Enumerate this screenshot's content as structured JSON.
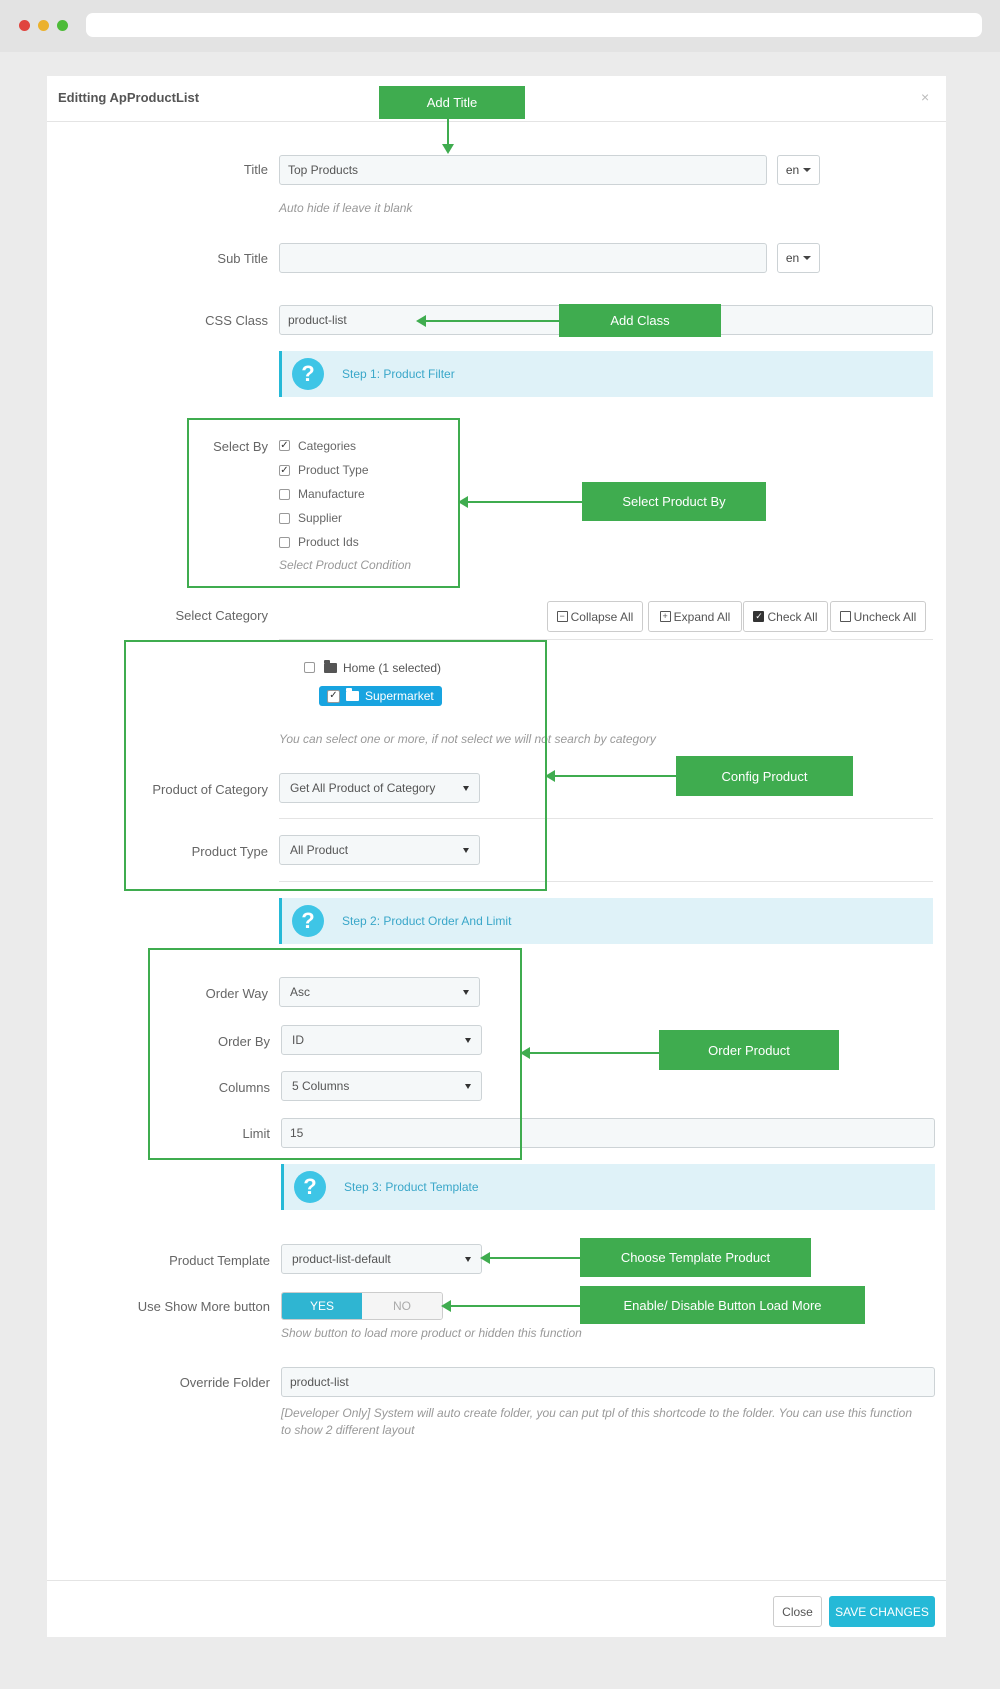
{
  "modal": {
    "title": "Editting ApProductList",
    "close_glyph": "×"
  },
  "fields": {
    "title": {
      "label": "Title",
      "value": "Top Products",
      "lang": "en",
      "help": "Auto hide if leave it blank"
    },
    "sub_title": {
      "label": "Sub Title",
      "value": "",
      "lang": "en"
    },
    "css_class": {
      "label": "CSS Class",
      "value": "product-list"
    }
  },
  "steps": {
    "step1": "Step 1: Product Filter",
    "step2": "Step 2: Product Order And Limit",
    "step3": "Step 3: Product Template"
  },
  "select_by": {
    "label": "Select By",
    "options": [
      {
        "label": "Categories",
        "checked": true
      },
      {
        "label": "Product Type",
        "checked": true
      },
      {
        "label": "Manufacture",
        "checked": false
      },
      {
        "label": "Supplier",
        "checked": false
      },
      {
        "label": "Product Ids",
        "checked": false
      }
    ],
    "help": "Select Product Condition"
  },
  "category": {
    "label": "Select Category",
    "tree_buttons": [
      "Collapse All",
      "Expand All",
      "Check All",
      "Uncheck All"
    ],
    "home_node": "Home (1 selected)",
    "selected_node": "Supermarket",
    "help": "You can select one or more, if not select we will not search by category"
  },
  "product_of_category": {
    "label": "Product of Category",
    "value": "Get All Product of Category"
  },
  "product_type": {
    "label": "Product Type",
    "value": "All Product"
  },
  "order_way": {
    "label": "Order Way",
    "value": "Asc"
  },
  "order_by": {
    "label": "Order By",
    "value": "ID"
  },
  "columns": {
    "label": "Columns",
    "value": "5 Columns"
  },
  "limit": {
    "label": "Limit",
    "value": "15"
  },
  "product_template": {
    "label": "Product Template",
    "value": "product-list-default"
  },
  "show_more": {
    "label": "Use Show More button",
    "yes": "YES",
    "no": "NO",
    "help": "Show button to load more product or hidden this function"
  },
  "override_folder": {
    "label": "Override Folder",
    "value": "product-list",
    "help": "[Developer Only] System will auto create folder, you can put tpl of this shortcode to the folder. You can use this function to show 2 different layout"
  },
  "footer": {
    "close": "Close",
    "save": "SAVE CHANGES"
  },
  "annotations": {
    "add_title": "Add Title",
    "add_class": "Add Class",
    "select_product_by": "Select Product By",
    "config_product": "Config Product",
    "order_product": "Order Product",
    "choose_template": "Choose Template Product",
    "enable_disable": "Enable/ Disable Button Load More"
  },
  "colors": {
    "accent": "#25b9d7",
    "annotation": "#3fac4f"
  }
}
